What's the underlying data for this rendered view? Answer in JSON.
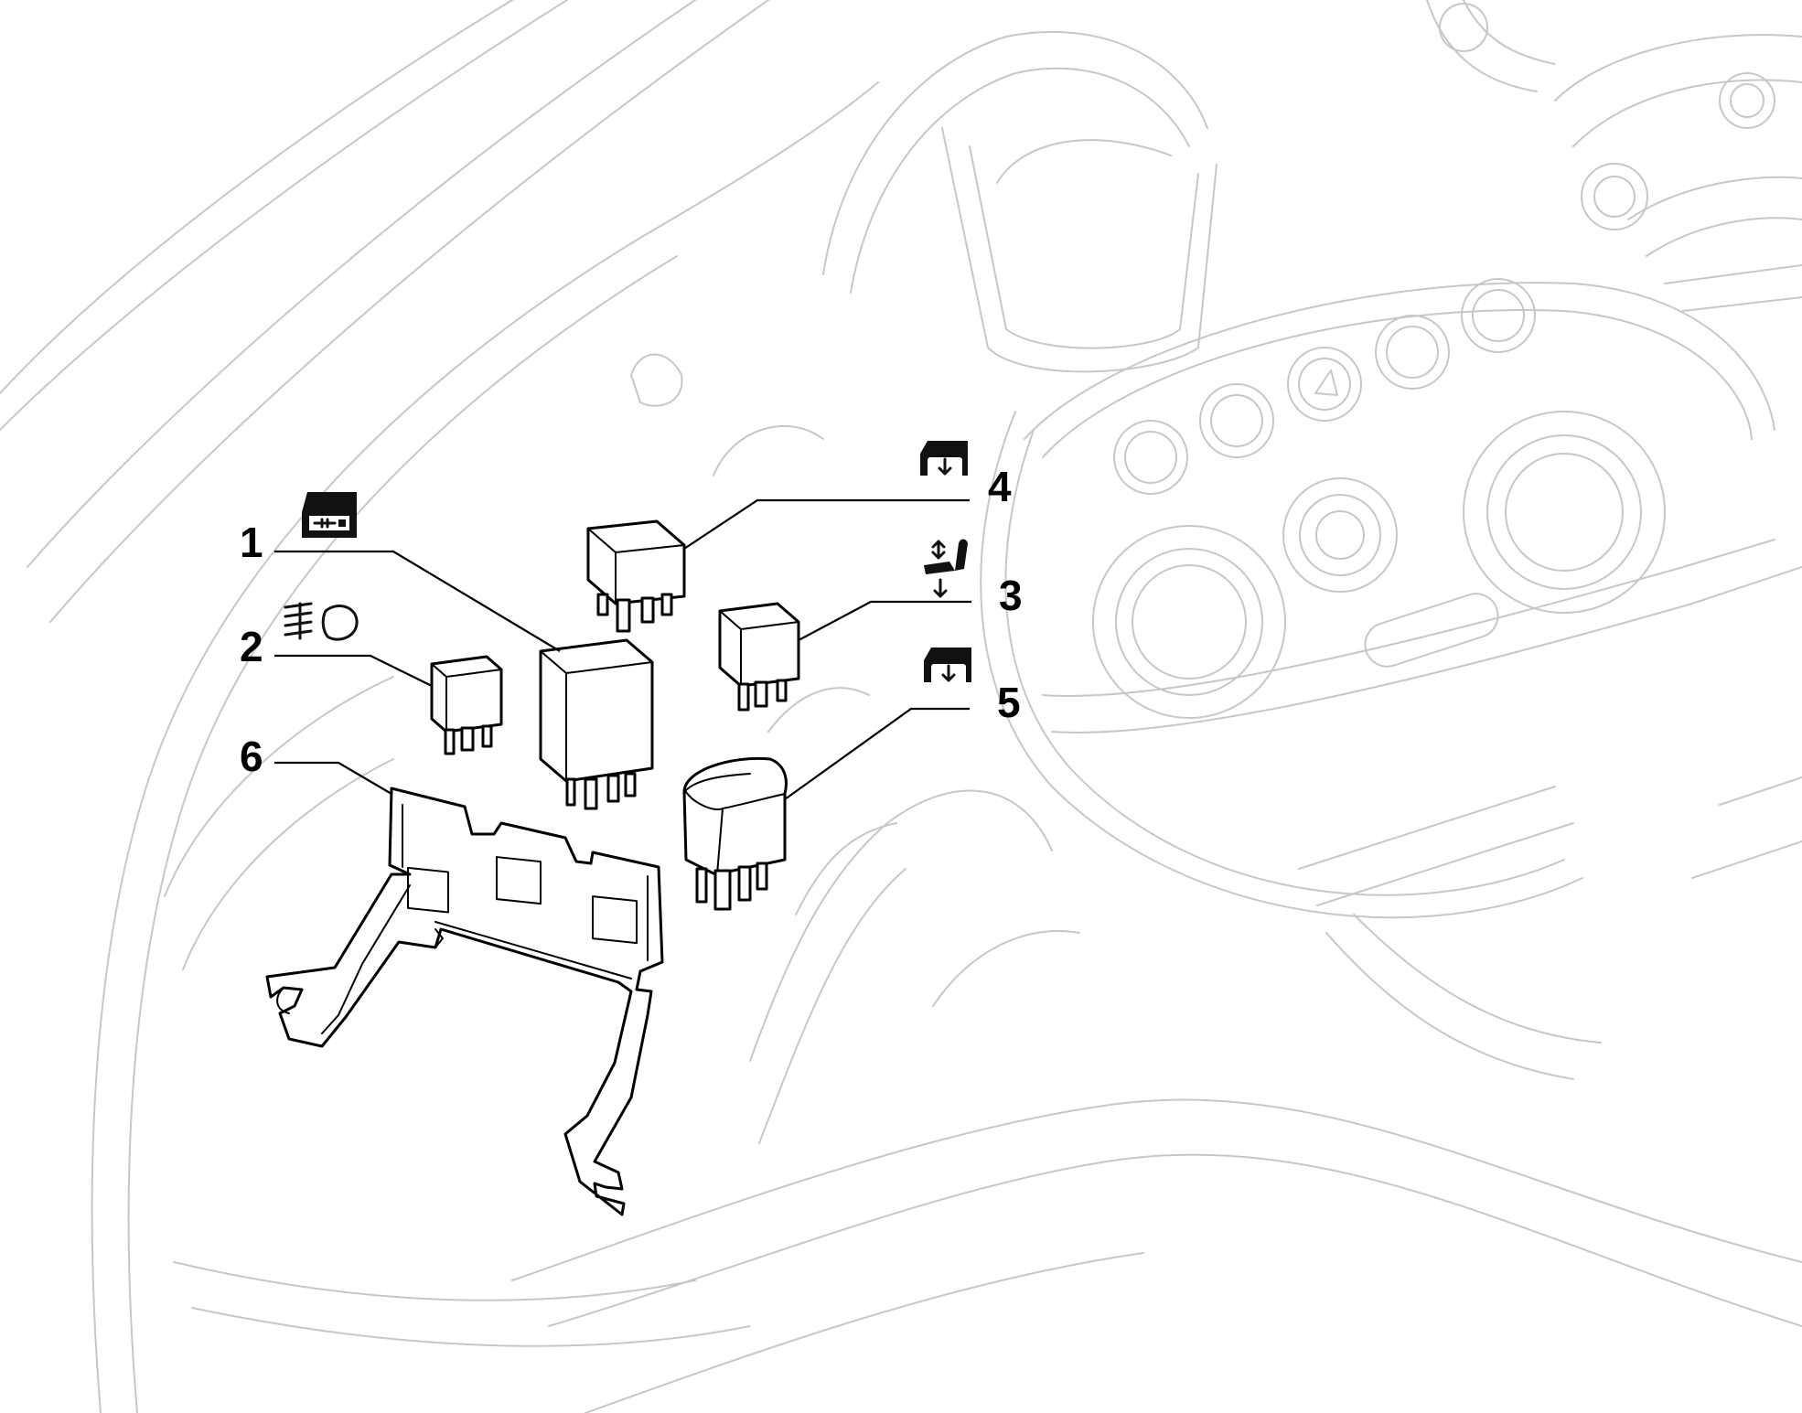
{
  "callouts": [
    {
      "id": "1",
      "label": "1",
      "symbol": "door-lock-icon"
    },
    {
      "id": "2",
      "label": "2",
      "symbol": "fog-light-icon"
    },
    {
      "id": "3",
      "label": "3",
      "symbol": "seat-adjust-icon"
    },
    {
      "id": "4",
      "label": "4",
      "symbol": "window-lift-icon"
    },
    {
      "id": "5",
      "label": "5",
      "symbol": "window-lift-icon"
    },
    {
      "id": "6",
      "label": "6",
      "symbol": ""
    }
  ],
  "colors": {
    "line": "#000000",
    "background_lines": "#c7c7c7",
    "background": "#ffffff"
  }
}
